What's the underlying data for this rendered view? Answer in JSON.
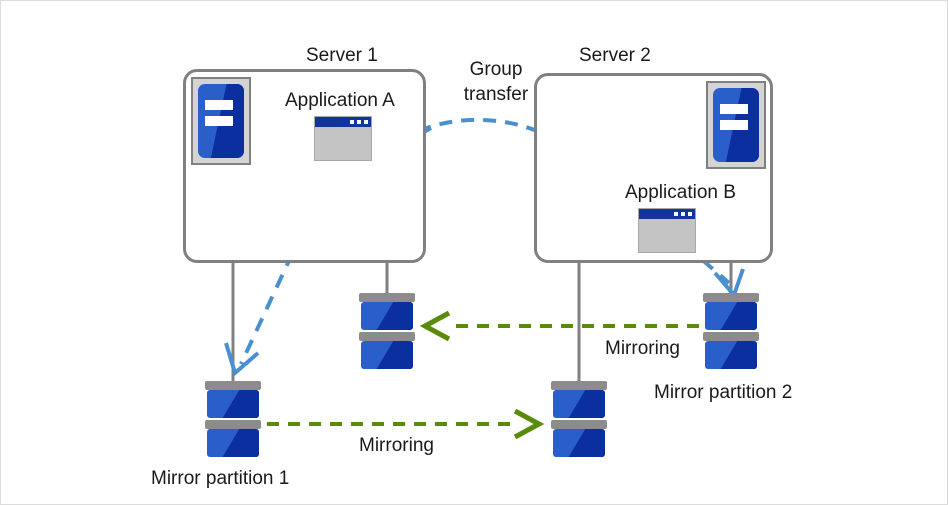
{
  "diagram": {
    "title_server1": "Server 1",
    "title_server2": "Server 2",
    "group_transfer_line1": "Group",
    "group_transfer_line2": "transfer",
    "app_a": "Application  A",
    "app_b": "Application  B",
    "mirroring_top": "Mirroring",
    "mirroring_bottom": "Mirroring",
    "mirror_partition_1": "Mirror partition 1",
    "mirror_partition_2": "Mirror partition 2"
  },
  "colors": {
    "frame_border": "#dcdcdc",
    "server_box_border": "#808080",
    "connector_gray": "#808080",
    "blue_dashed": "#4a90d0",
    "green_dashed": "#5a8a0a",
    "disk_plate": "#8c8c8c",
    "disk_blue_light": "#2a5fc9",
    "disk_blue_dark": "#0b2f9e",
    "app_titlebar": "#12359b",
    "app_body": "#c4c4c4",
    "server_icon_bg": "#d4d4d4",
    "text": "#1a1a1a"
  },
  "icons": {
    "server_machine": "server-icon",
    "application_window": "app-window-icon",
    "disk_stack": "disk-stack-icon",
    "arrow_group_transfer": "curved-arrow-icon",
    "arrow_mirroring": "dashed-arrow-icon"
  }
}
